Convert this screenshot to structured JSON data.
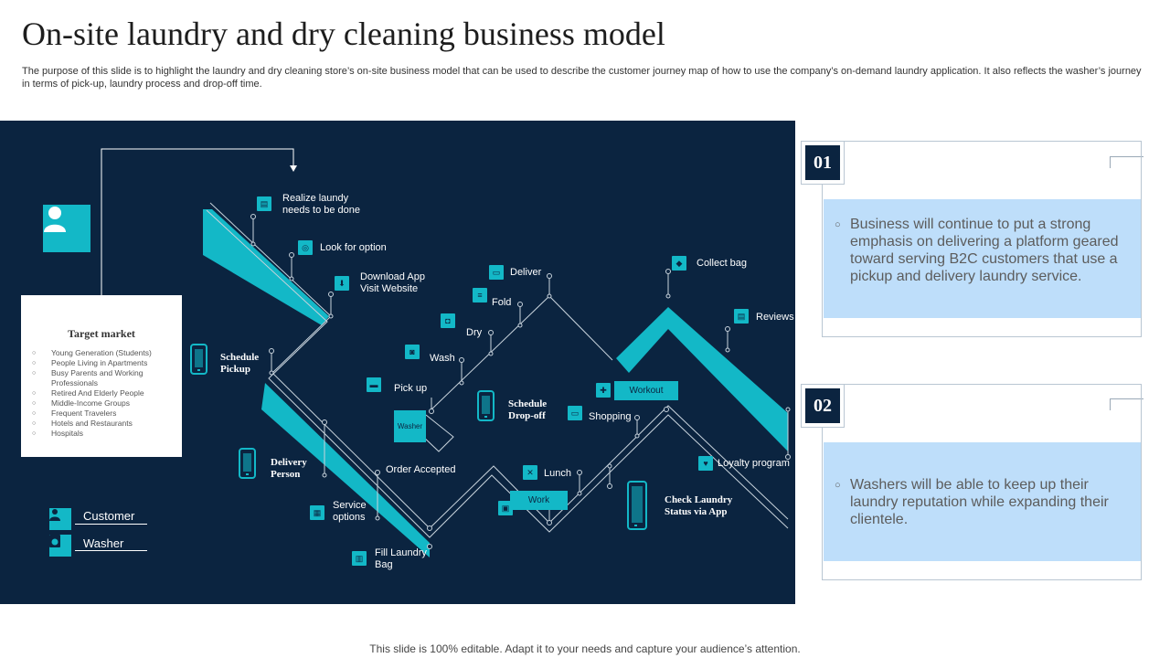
{
  "title": "On-site laundry and dry cleaning business model",
  "subtitle": "The purpose of this slide is to highlight the laundry and dry cleaning store’s on-site business model that can be used to describe the customer journey map of how to use the company’s on-demand laundry application. It also reflects the washer’s journey in terms of pick-up, laundry process and drop-off time.",
  "target_market": {
    "title": "Target market",
    "items": [
      "Young Generation (Students)",
      "People Living in Apartments",
      "Busy Parents and Working Professionals",
      "Retired And Elderly People",
      "Middle-Income Groups",
      "Frequent Travelers",
      "Hotels and Restaurants",
      "Hospitals"
    ]
  },
  "legend": {
    "customer": "Customer",
    "washer": "Washer"
  },
  "steps": {
    "realize": "Realize laundy needs to be done",
    "look": "Look for option",
    "download": "Download App Visit Website",
    "schedule_pickup": "Schedule Pickup",
    "delivery_person": "Delivery Person",
    "service_options": "Service options",
    "fill_bag": "Fill Laundry Bag",
    "order_accepted": "Order Accepted",
    "pick_up": "Pick up",
    "washer_tag": "Washer",
    "wash": "Wash",
    "dry": "Dry",
    "fold": "Fold",
    "deliver": "Deliver",
    "schedule_dropoff": "Schedule Drop-off",
    "shopping": "Shopping",
    "workout": "Workout",
    "work": "Work",
    "lunch": "Lunch",
    "check_status": "Check Laundry Status via App",
    "collect_bag": "Collect bag",
    "reviews": "Reviews",
    "loyalty": "Loyalty program"
  },
  "cards": [
    {
      "number": "01",
      "text": "Business will continue to put a strong emphasis on delivering a platform geared toward serving B2C customers that use a pickup and delivery laundry service."
    },
    {
      "number": "02",
      "text": "Washers will be able to keep up their laundry reputation while expanding their clientele."
    }
  ],
  "footer": "This slide is 100% editable. Adapt it to your needs and capture your audience’s attention.",
  "colors": {
    "navy": "#0b2440",
    "teal": "#13b8c7",
    "card_blue": "#bedefa"
  }
}
